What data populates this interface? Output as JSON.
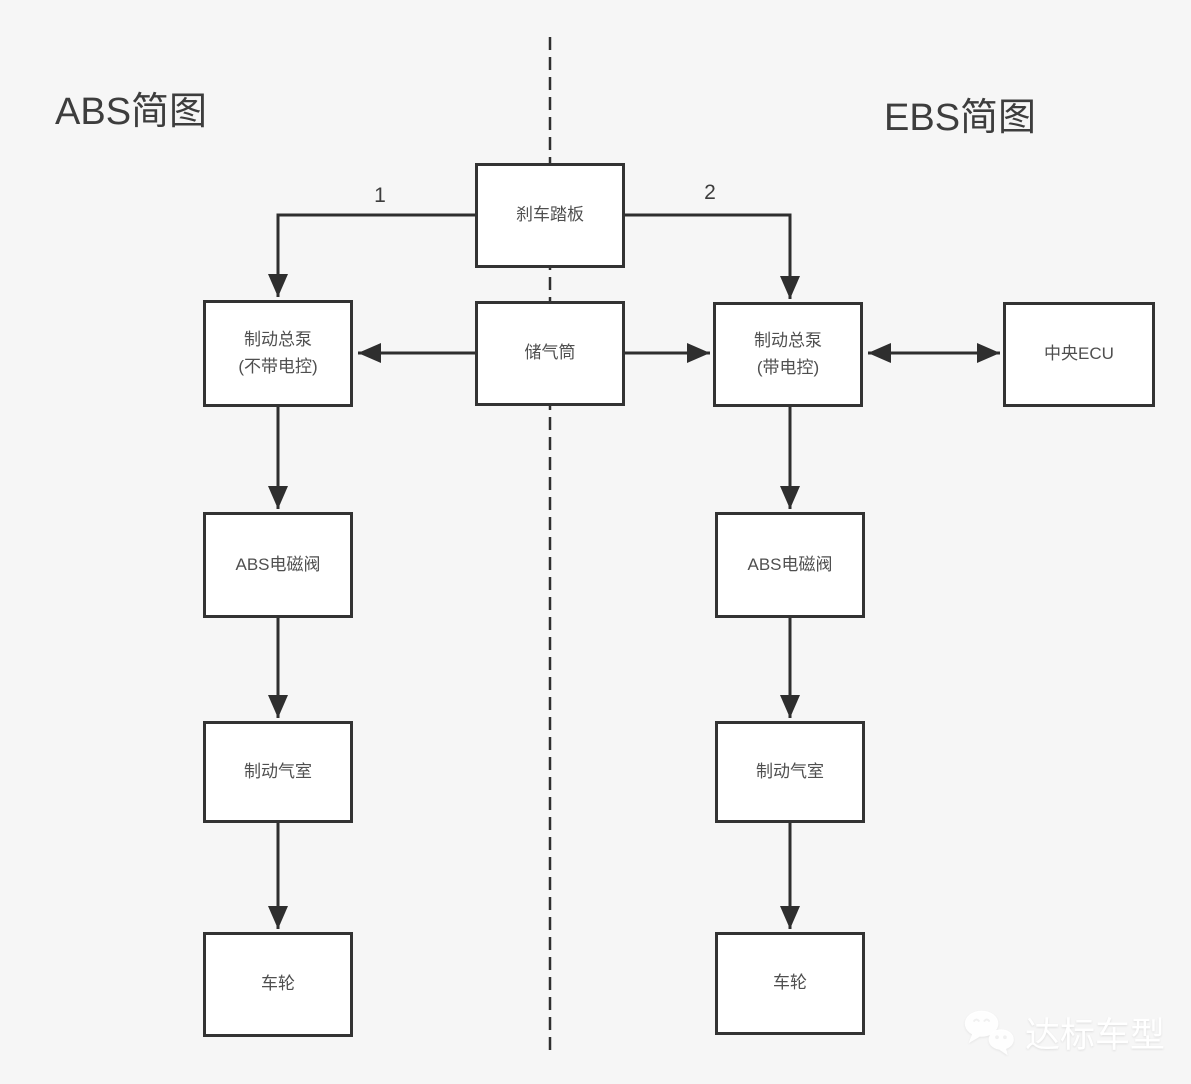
{
  "titles": {
    "left": "ABS简图",
    "right": "EBS简图"
  },
  "branch_labels": {
    "abs": "1",
    "ebs": "2"
  },
  "nodes": {
    "brake_pedal": "刹车踏板",
    "master_no_ecu": "制动总泵\n(不带电控)",
    "air_reservoir": "储气筒",
    "master_with_ecu": "制动总泵\n(带电控)",
    "central_ecu": "中央ECU",
    "abs_valve_left": "ABS电磁阀",
    "abs_valve_right": "ABS电磁阀",
    "brake_chamber_left": "制动气室",
    "brake_chamber_right": "制动气室",
    "wheel_left": "车轮",
    "wheel_right": "车轮"
  },
  "watermark": {
    "text": "达标车型",
    "icon": "wechat-bubbles-icon"
  },
  "colors": {
    "background": "#f6f6f6",
    "box_fill": "#ffffff",
    "box_border": "#333333",
    "connector": "#2e2e2e",
    "text": "#4f4f4f",
    "title_text": "#3d3d3d",
    "watermark_text": "#ffffff"
  }
}
